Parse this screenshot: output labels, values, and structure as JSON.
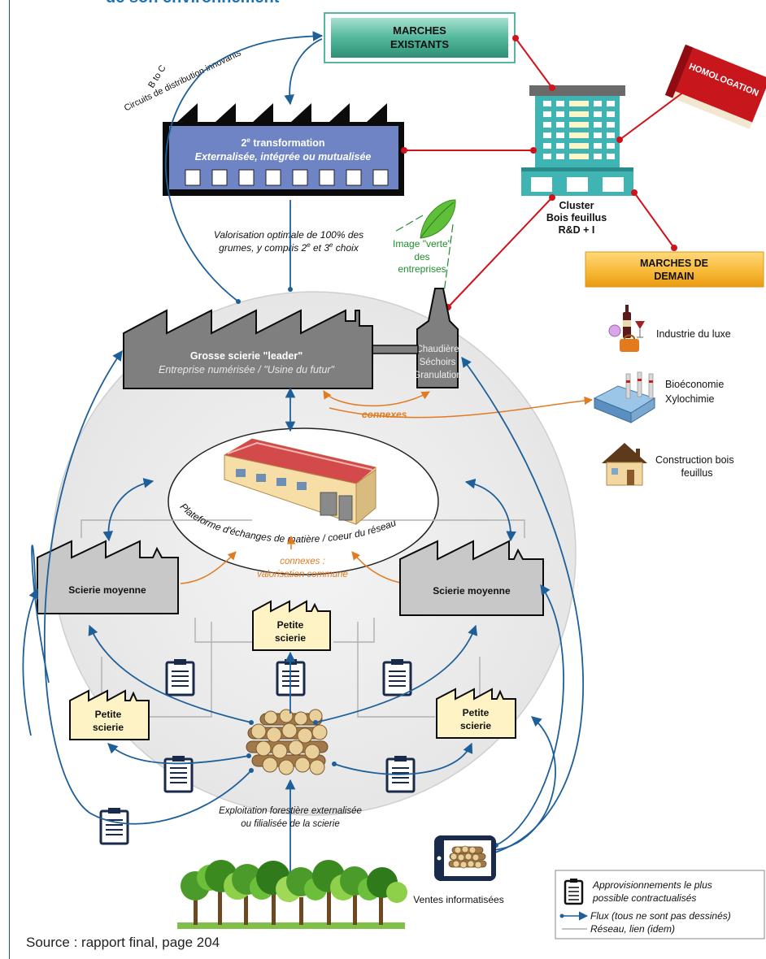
{
  "header": {
    "title_fragment": "de son environnement"
  },
  "markets": {
    "existing": [
      "MARCHES",
      "EXISTANTS"
    ],
    "future": [
      "MARCHES DE",
      "DEMAIN"
    ]
  },
  "second_transformation": {
    "title_main": "2",
    "title_sup": "e",
    "title_rest": " transformation",
    "subtitle": "Externalisée, intégrée ou mutualisée"
  },
  "btoc": {
    "line1": "B to C",
    "line2": "Circuits de distribution innovants"
  },
  "cluster": {
    "lines": [
      "Cluster",
      "Bois feuillus",
      "R&D + I"
    ]
  },
  "homologation": "HOMOLOGATION",
  "valorisation": {
    "line1": "Valorisation optimale de 100% des",
    "line2_a": "grumes, y compris 2",
    "sup1": "e",
    "line2_b": " et 3",
    "sup2": "e",
    "line2_c": " choix"
  },
  "green_image": {
    "lines": [
      "Image  \"verte\"",
      "des",
      "entreprises"
    ]
  },
  "leader": {
    "title": "Grosse scierie \"leader\"",
    "subtitle": "Entreprise numérisée / \"Usine du futur\""
  },
  "chimney": {
    "lines": [
      "Chaudière",
      "Séchoirs",
      "Granulation"
    ]
  },
  "connexes_top": "connexes",
  "future_markets": {
    "luxury": "Industrie du luxe",
    "bioeco": [
      "Bioéconomie",
      "Xylochimie"
    ],
    "construction": [
      "Construction bois",
      "feuillus"
    ]
  },
  "platform": {
    "label": "Plateforme d'échanges de matière / coeur du réseau"
  },
  "connexes_mid": {
    "line1": "connexes :",
    "line2": "valorisation commune"
  },
  "sawmills": {
    "medium": "Scierie moyenne",
    "small_center": [
      "Petite",
      "scierie"
    ],
    "small_side": [
      "Petite",
      "scierie"
    ]
  },
  "forest": {
    "line1": "Exploitation forestière externalisée",
    "line2": "ou filialisée de la scierie"
  },
  "sales": "Ventes informatisées",
  "legend": {
    "item1_line1": "Approvisionnements le plus",
    "item1_line2": "possible contractualisés",
    "item2": "Flux (tous ne sont pas dessinés)",
    "item3": "Réseau, lien (idem)"
  },
  "source": "Source : rapport final, page 204",
  "colors": {
    "flow": "#1f5f99",
    "network_link": "#9b9b9b",
    "red_link": "#d0121b",
    "orange_link": "#e07b22",
    "leader_box": "#7f7f7f",
    "transformation_box": "#6f84c4",
    "small_sawmill": "#fdf3c4",
    "medium_sawmill": "#c8c8c8",
    "existing_market": "#53b89d",
    "future_market": "#f7b733",
    "green_text": "#1e8f2c"
  }
}
